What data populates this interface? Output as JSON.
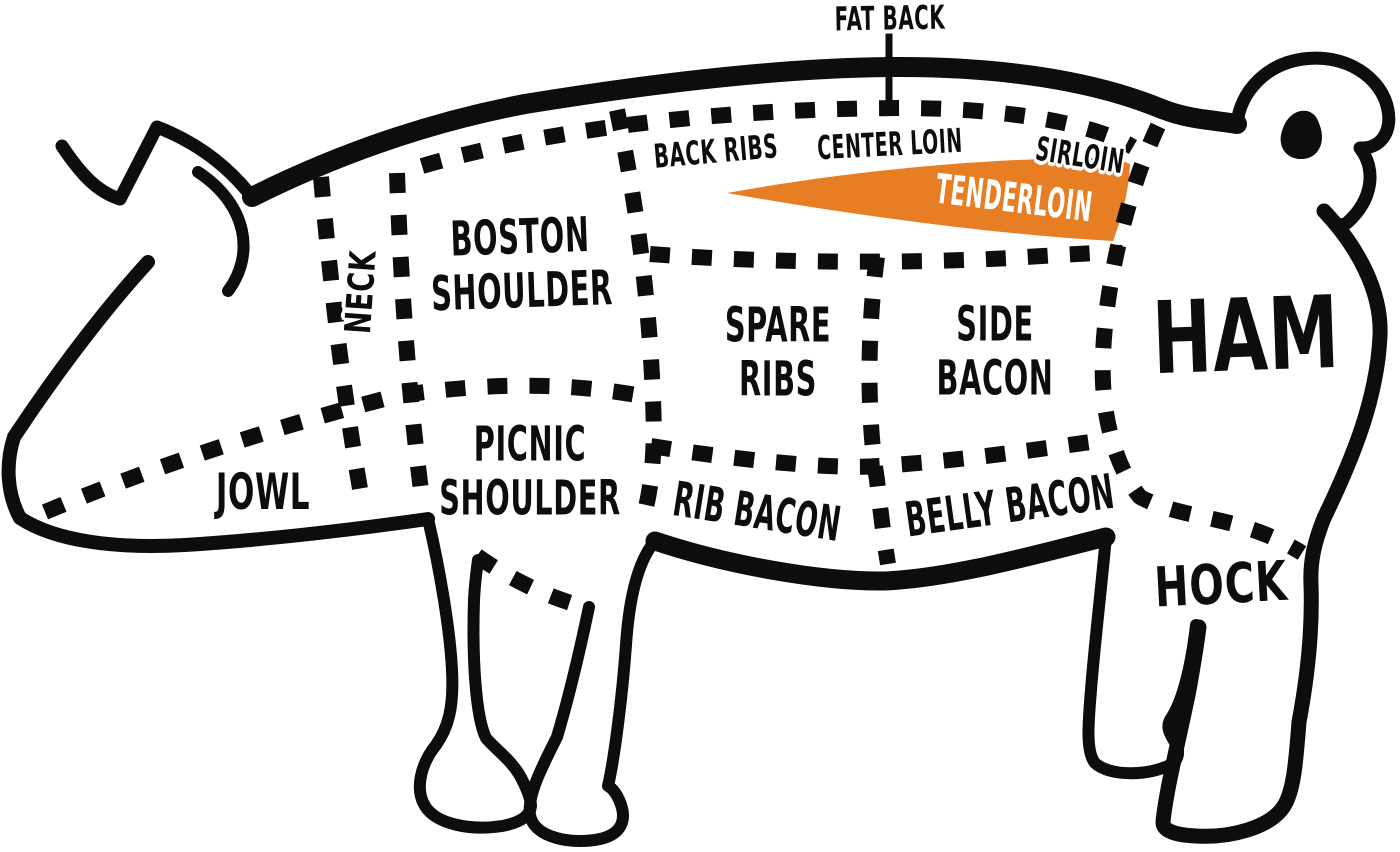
{
  "diagram": {
    "subject": "Pork butcher cuts diagram (pig outline with dashed cut divisions)",
    "background_color": "#FFFFFF",
    "ink_color": "#0D0D0D",
    "accent_color": "#E87E23",
    "highlight_text_color": "#FFFFFF",
    "highlighted_cut": "TENDERLOIN"
  },
  "labels": {
    "fat_back": "FAT BACK",
    "back_ribs": "BACK RIBS",
    "center_loin": "CENTER LOIN",
    "sirloin": "SIRLOIN",
    "tenderloin": "TENDERLOIN",
    "neck": "NECK",
    "boston_shoulder_line1": "BOSTON",
    "boston_shoulder_line2": "SHOULDER",
    "spare_ribs_line1": "SPARE",
    "spare_ribs_line2": "RIBS",
    "side_bacon_line1": "SIDE",
    "side_bacon_line2": "BACON",
    "ham": "HAM",
    "jowl": "JOWL",
    "picnic_shoulder_line1": "PICNIC",
    "picnic_shoulder_line2": "SHOULDER",
    "rib_bacon": "RIB BACON",
    "belly_bacon": "BELLY BACON",
    "hock": "HOCK"
  }
}
